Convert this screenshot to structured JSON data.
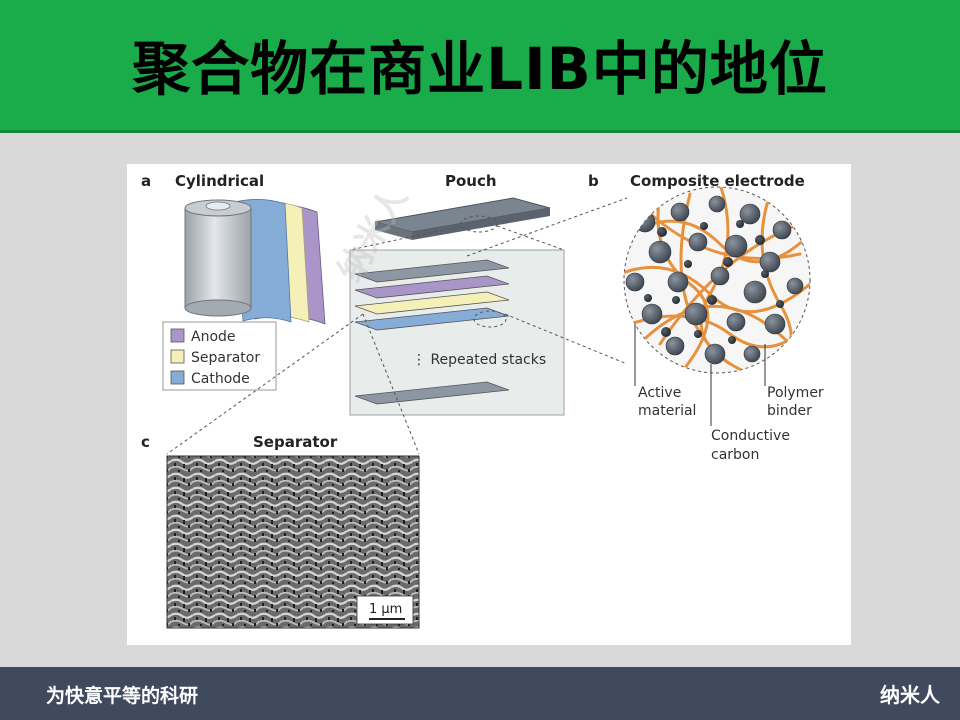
{
  "slide": {
    "title": "聚合物在商业LIB中的地位"
  },
  "footer": {
    "left_text": "为快意平等的科研",
    "right_logo": "纳米人"
  },
  "figure": {
    "panels": {
      "a_letter": "a",
      "a_title": "Cylindrical",
      "pouch_title": "Pouch",
      "b_letter": "b",
      "b_title": "Composite electrode",
      "c_letter": "c",
      "c_title": "Separator"
    },
    "legend": [
      {
        "label": "Anode",
        "color": "#a995c8"
      },
      {
        "label": "Separator",
        "color": "#f5f0b8"
      },
      {
        "label": "Cathode",
        "color": "#86acd8"
      }
    ],
    "stack_label": "⋮ Repeated stacks",
    "labels": {
      "active_1": "Active",
      "active_2": "material",
      "conductive_1": "Conductive",
      "conductive_2": "carbon",
      "polymer_1": "Polymer",
      "polymer_2": "binder"
    },
    "scale_bar": "1 μm",
    "watermark": "纳米人"
  },
  "colors": {
    "header": "#1aac4a",
    "footer": "#3f4a5e",
    "binder": "#e8913c",
    "particle": "#5a6470"
  }
}
